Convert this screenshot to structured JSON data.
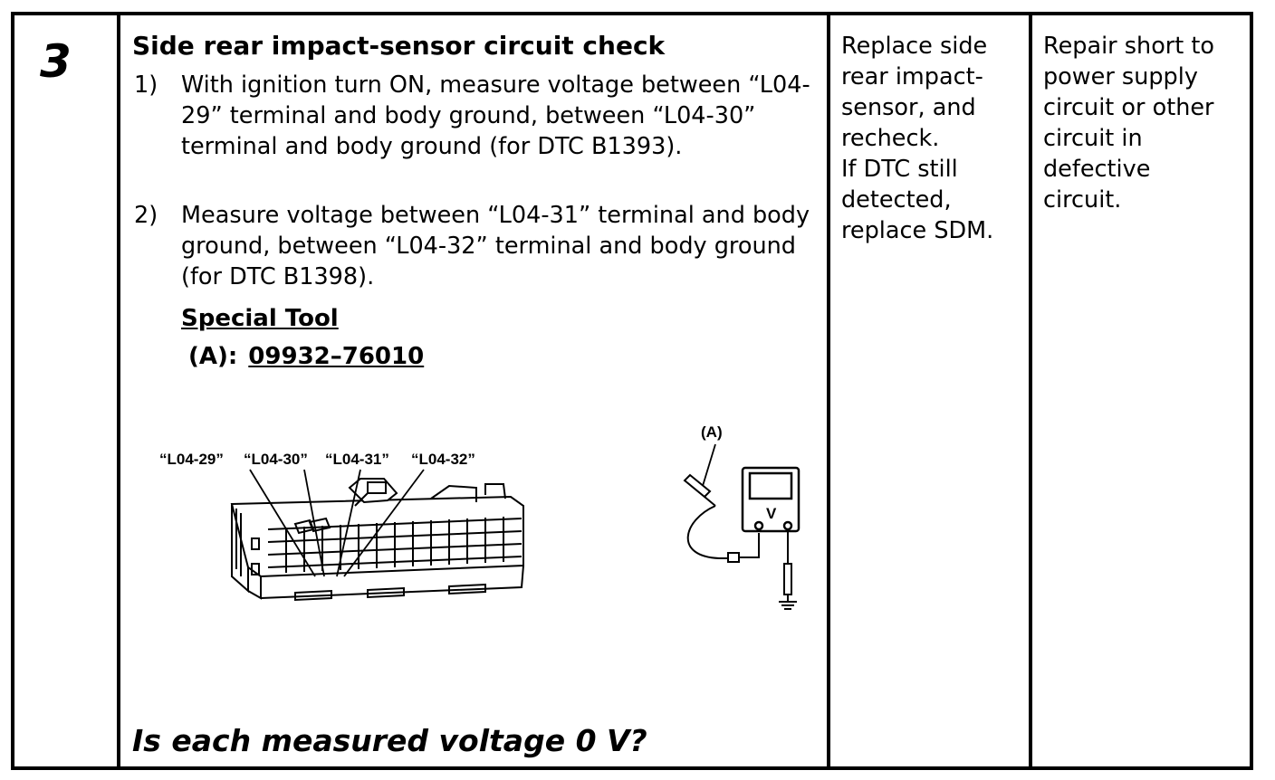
{
  "step": {
    "number": "3",
    "title": "Side rear impact-sensor circuit check",
    "instructions": [
      {
        "number": "1)",
        "text": "With ignition turn ON, measure voltage between “L04-29” terminal and body ground, between “L04-30” terminal and body ground (for DTC B1393)."
      },
      {
        "number": "2)",
        "text": "Measure voltage between “L04-31” terminal and body ground, between “L04-32” terminal and body ground (for DTC B1398)."
      }
    ],
    "special_tool": {
      "heading": "Special Tool",
      "label": "(A):",
      "code": "09932–76010"
    },
    "figure": {
      "terminal_labels": [
        "“L04-29”",
        "“L04-30”",
        "“L04-31”",
        "“L04-32”"
      ],
      "tool_label": "(A)",
      "meter_label": "V"
    },
    "question": "Is each measured voltage 0 V?"
  },
  "yes_action": {
    "lines": [
      "Replace side",
      "rear impact-",
      "sensor, and",
      "recheck.",
      "If DTC still",
      "detected,",
      "replace SDM."
    ]
  },
  "no_action": {
    "lines": [
      "Repair short to",
      "power supply",
      "circuit or other",
      "circuit in",
      "defective",
      "circuit."
    ]
  }
}
